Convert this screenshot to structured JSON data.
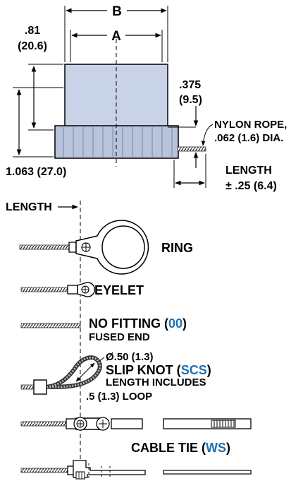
{
  "colors": {
    "ink": "#000000",
    "cap_fill": "#c9d3e8",
    "cap_band": "#b8c3dc",
    "code_blue": "#1f6fb2",
    "rope": "#555555"
  },
  "top_view": {
    "dim_b": "B",
    "dim_a": "A",
    "height_in": ".81",
    "height_mm": "(20.6)",
    "offset_in": ".375",
    "offset_mm": "(9.5)",
    "rope_line1": "NYLON ROPE,",
    "rope_line2": ".062 (1.6) DIA.",
    "overall_height": "1.063 (27.0)",
    "length_label": "LENGTH",
    "length_tol": "± .25 (6.4)"
  },
  "fittings": {
    "length_header": "LENGTH",
    "ring": "RING",
    "eyelet": "EYELET",
    "no_fitting": "NO FITTING (",
    "no_fitting_code": "00",
    "no_fitting_close": ")",
    "fused_end": "FUSED END",
    "loop_dia": "Ø.50 (1.3)",
    "slip_knot": "SLIP KNOT (",
    "slip_knot_code": "SCS",
    "slip_knot_close": ")",
    "slip_line2": "LENGTH INCLUDES",
    "slip_line3": ".5 (1.3) LOOP",
    "cable_tie": "CABLE TIE (",
    "cable_tie_code": "WS",
    "cable_tie_close": ")"
  }
}
